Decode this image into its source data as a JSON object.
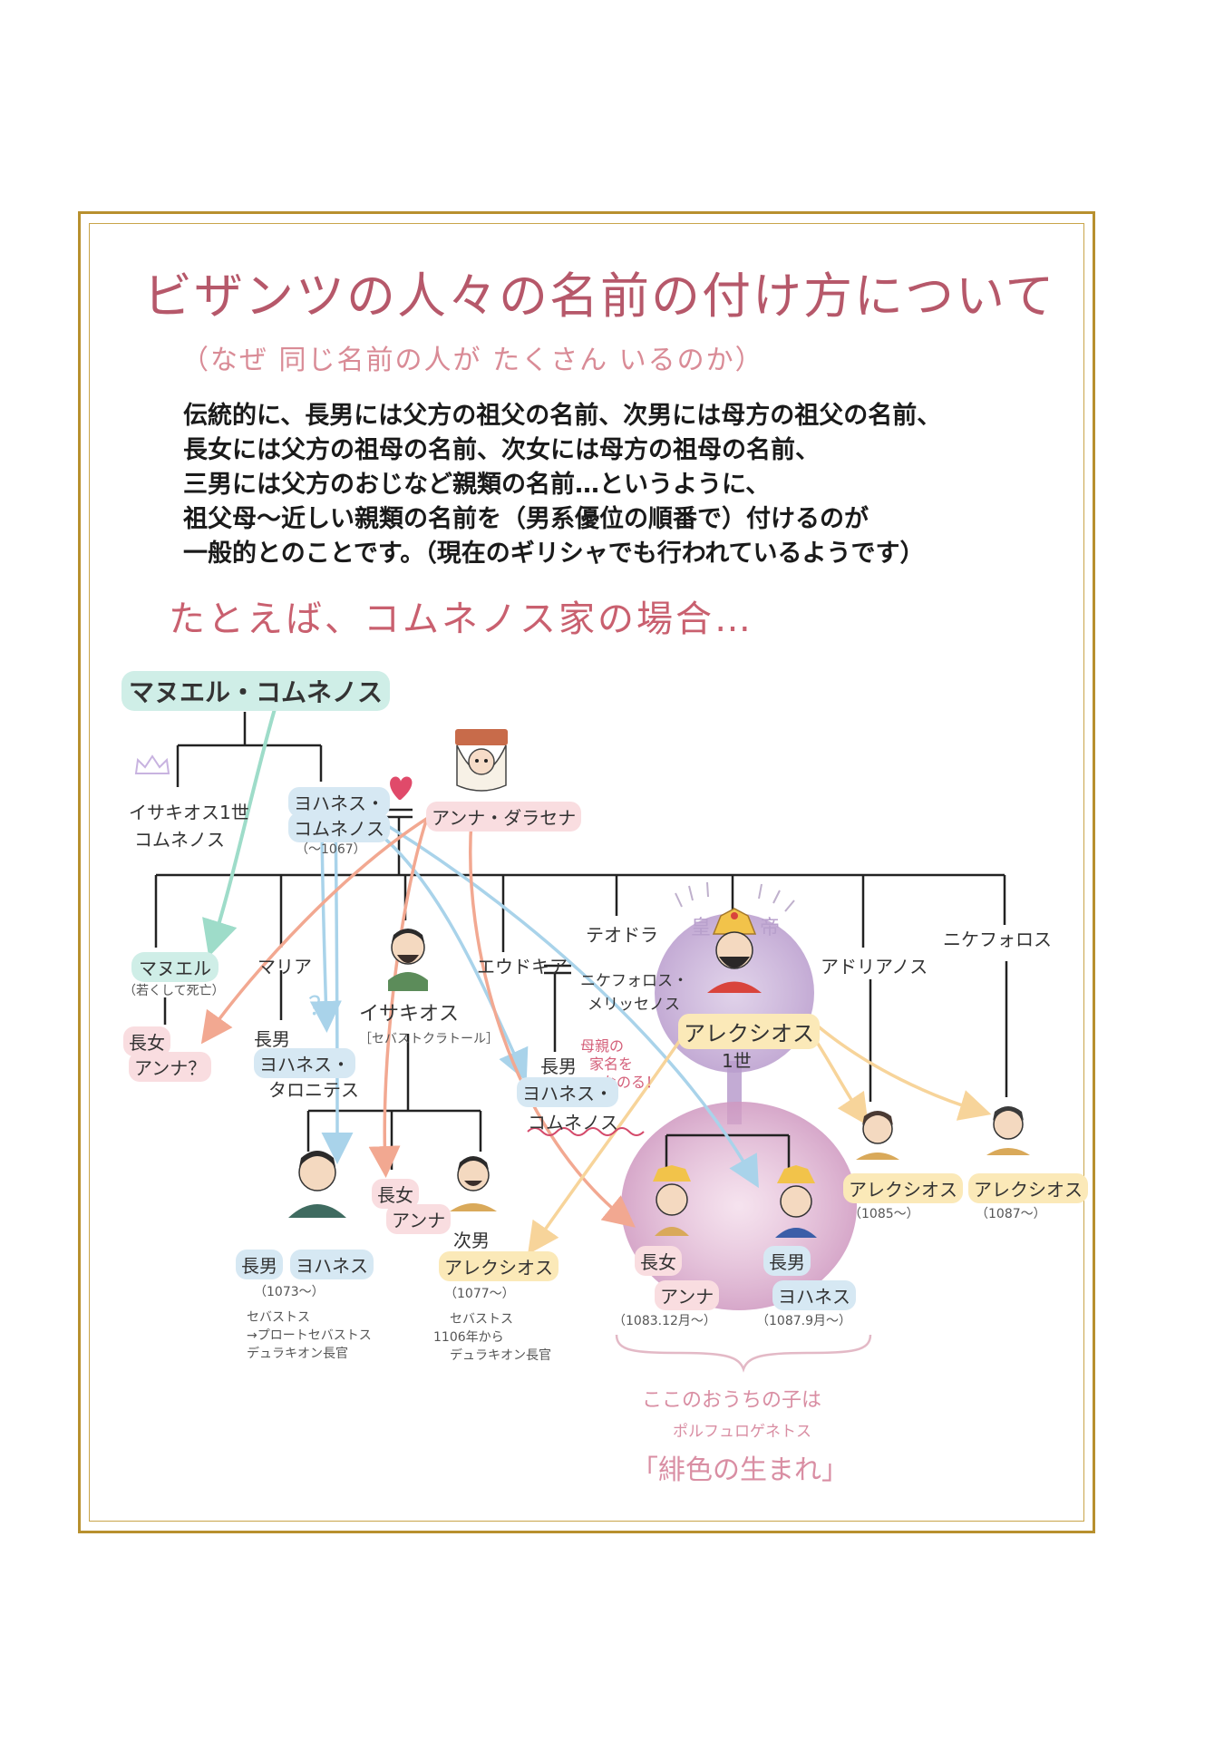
{
  "title": "ビザンツの人々の名前の付け方について",
  "subtitle": "（なぜ 同じ名前の人が たくさん いるのか）",
  "body_lines": [
    "伝統的に、長男には父方の祖父の名前、次男には母方の祖父の名前、",
    "長女には父方の祖母の名前、次女には母方の祖母の名前、",
    "三男には父方のおじなど親類の名前…というように、",
    "祖父母〜近しい親類の名前を（男系優位の順番で）付けるのが",
    "一般的とのことです。（現在のギリシャでも行われているようです）"
  ],
  "example": "たとえば、コムネノス家の場合…",
  "tree": {
    "root": "マヌエル・コムネノス",
    "isaakios1": {
      "name": "イサキオス1世",
      "surname": "コムネノス"
    },
    "ioannes": {
      "name": "ヨハネス・",
      "surname": "コムネノス",
      "dates": "（〜1067）"
    },
    "anna_dalassena": "アンナ・ダラセナ",
    "children": {
      "manuel": {
        "name": "マヌエル",
        "note": "（若くして死亡）"
      },
      "maria": "マリア",
      "isaakios": {
        "name": "イサキオス",
        "title": "［セバストクラトール］"
      },
      "eudokia": "エウドキア",
      "theodora": "テオドラ",
      "alexios1": {
        "name": "アレクシオス",
        "regnal": "1世",
        "crown_label_1": "皇",
        "crown_label_2": "帝"
      },
      "adrianos": "アドリアノス",
      "nikephoros": "ニケフォロス"
    },
    "nikephoros_melissenos": {
      "name": "ニケフォロス・",
      "surname": "メリッセノス"
    },
    "grandchildren": {
      "anna_q": {
        "role": "長女",
        "name": "アンナ？"
      },
      "ioannes_taronites": {
        "role": "長男",
        "name": "ヨハネス・",
        "surname": "タロニテス",
        "mark": "？"
      },
      "ioannes_komnenos_m": {
        "role": "長男",
        "name": "ヨハネス・",
        "surname": "コムネノス",
        "note_1": "母親の",
        "note_2": "家名を",
        "note_3": "なのる！"
      },
      "ioannes_isaakios": {
        "role": "長男",
        "name": "ヨハネス",
        "dates": "（1073〜）",
        "note_1": "セバストス",
        "note_2": "→プロートセバストス",
        "note_3": "デュラキオン長官"
      },
      "anna_isaakios": {
        "role": "長女",
        "name": "アンナ"
      },
      "alexios_isaakios": {
        "role": "次男",
        "name": "アレクシオス",
        "dates": "（1077〜）",
        "note_1": "セバストス",
        "note_2": "1106年から",
        "note_3": "デュラキオン長官"
      },
      "anna_alexios": {
        "role": "長女",
        "name": "アンナ",
        "dates": "（1083.12月〜）"
      },
      "ioannes_alexios": {
        "role": "長男",
        "name": "ヨハネス",
        "dates": "（1087.9月〜）"
      },
      "alexios_adrianos": {
        "name": "アレクシオス",
        "dates": "（1085〜）"
      },
      "alexios_nikephoros": {
        "name": "アレクシオス",
        "dates": "（1087〜）"
      }
    },
    "porphyro_note": {
      "line1": "ここのおうちの子は",
      "line2": "ポルフュロゲネトス",
      "line3": "「緋色の生まれ」"
    }
  },
  "colors": {
    "frame": "#b8902e",
    "title": "#b6586a",
    "teal_arrow": "#9edcc9",
    "blue_arrow": "#a9d3ea",
    "salmon_arrow": "#f2a891",
    "yellow_arrow": "#f7d49a",
    "purple_circle": "#b99ccd",
    "pink_circle": "#cf98c0"
  }
}
